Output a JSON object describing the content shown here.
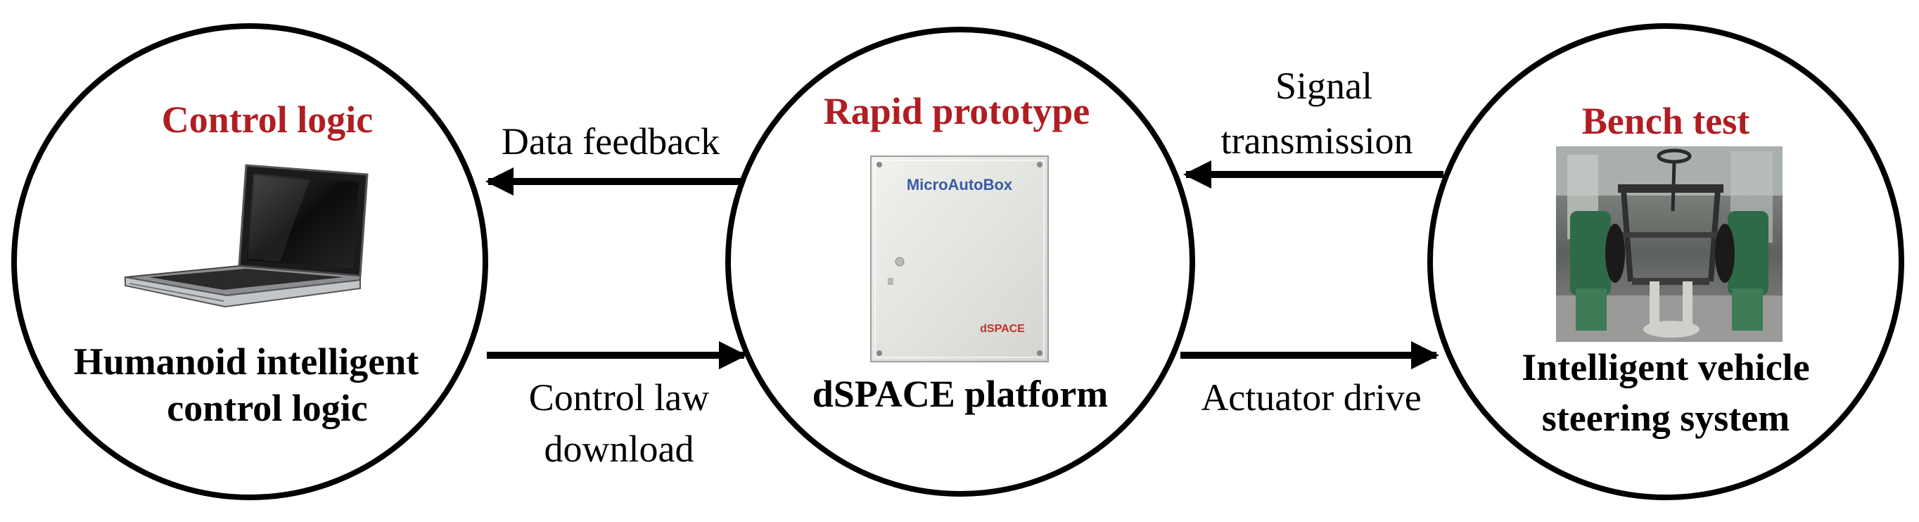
{
  "nodes": {
    "control_logic": {
      "title": "Control logic",
      "caption_line1": "Humanoid intelligent",
      "caption_line2": "control logic",
      "image_icon": "laptop-icon"
    },
    "rapid_prototype": {
      "title": "Rapid prototype",
      "caption": "dSPACE platform",
      "image_icon": "microautobox-photo",
      "device_label": "MicroAutoBox",
      "brand_label": "dSPACE"
    },
    "bench_test": {
      "title": "Bench test",
      "caption_line1": "Intelligent vehicle",
      "caption_line2": "steering system",
      "image_icon": "steering-bench-photo"
    }
  },
  "edges": {
    "data_feedback": "Data feedback",
    "control_law_line1": "Control law",
    "control_law_line2": "download",
    "signal_line1": "Signal",
    "signal_line2": "transmission",
    "actuator_drive": "Actuator drive"
  },
  "colors": {
    "title_red": "#b01e23",
    "stroke": "#000000"
  }
}
